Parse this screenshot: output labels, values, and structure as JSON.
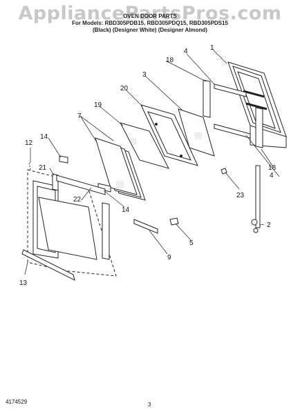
{
  "watermark": "AppliancePartsPros.com",
  "title": {
    "line1": "OVEN DOOR PARTS",
    "line2": "For Models: RBD305PDB15, RBD305PDQ15, RBD305PDS15",
    "line3": "(Black) (Designer White) (Designer Almond)"
  },
  "callouts": [
    "1",
    "2",
    "3",
    "4",
    "4",
    "5",
    "7",
    "9",
    "12",
    "13",
    "14",
    "14",
    "18",
    "18",
    "19",
    "20",
    "21",
    "22",
    "23"
  ],
  "footer": {
    "part_number": "4174529",
    "page_number": "3"
  }
}
